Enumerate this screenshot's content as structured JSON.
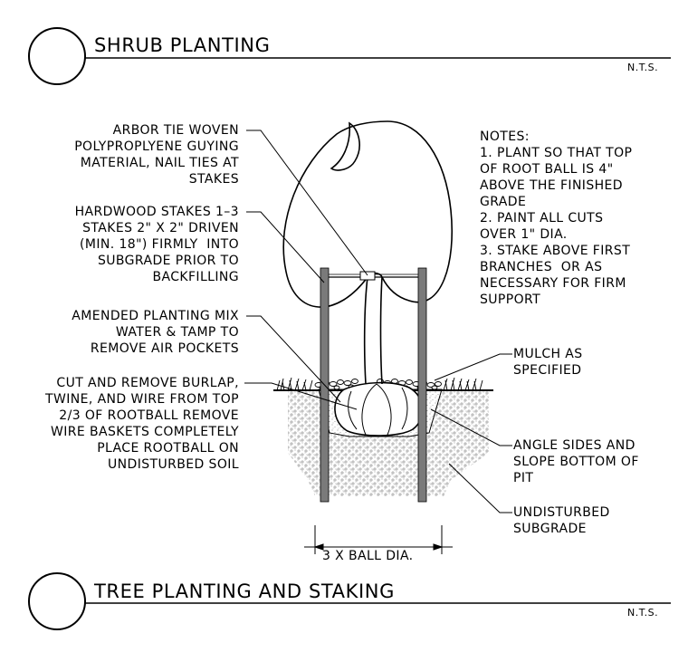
{
  "upper_detail": {
    "title": "SHRUB PLANTING",
    "scale": "N.T.S."
  },
  "lower_detail": {
    "title": "TREE PLANTING AND STAKING",
    "scale": "N.T.S."
  },
  "callouts": {
    "arbor_tie": "ARBOR TIE WOVEN\nPOLYPROPLYENE GUYING\nMATERIAL, NAIL TIES AT\nSTAKES",
    "hardwood_stakes": "HARDWOOD STAKES 1–3\nSTAKES 2\" X 2\" DRIVEN\n(MIN. 18\") FIRMLY  INTO\nSUBGRADE PRIOR TO\nBACKFILLING",
    "planting_mix": "AMENDED PLANTING MIX\nWATER & TAMP TO\nREMOVE AIR POCKETS",
    "burlap": "CUT AND REMOVE BURLAP,\nTWINE, AND WIRE FROM TOP\n2/3 OF ROOTBALL REMOVE\nWIRE BASKETS COMPLETELY\nPLACE ROOTBALL ON\nUNDISTURBED SOIL",
    "mulch": "MULCH AS\nSPECIFIED",
    "angle_sides": "ANGLE SIDES AND\nSLOPE BOTTOM OF\nPIT",
    "subgrade": "UNDISTURBED\nSUBGRADE"
  },
  "notes": "NOTES:\n1. PLANT SO THAT TOP\nOF ROOT BALL IS 4\"\nABOVE THE FINISHED\nGRADE\n2. PAINT ALL CUTS\nOVER 1\" DIA.\n3. STAKE ABOVE FIRST\nBRANCHES  OR AS\nNECESSARY FOR FIRM\nSUPPORT",
  "dimension": "3 X BALL DIA."
}
